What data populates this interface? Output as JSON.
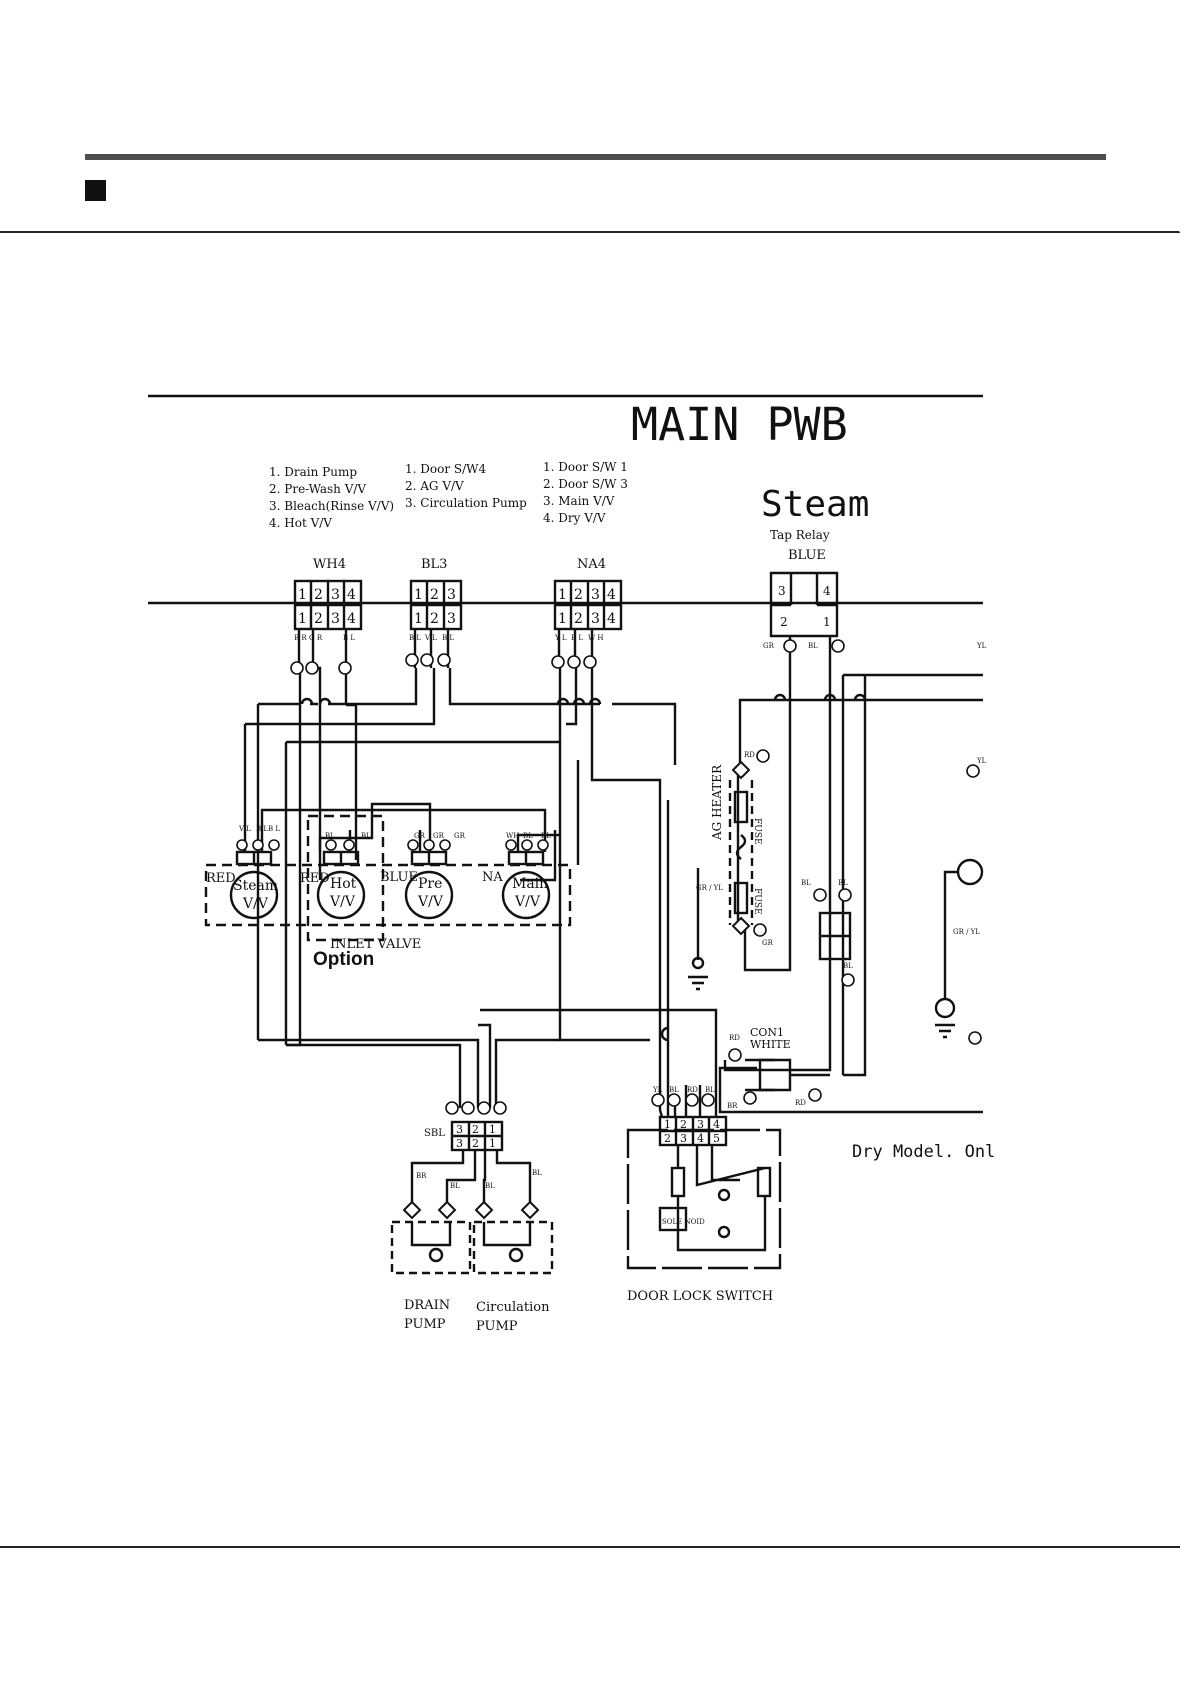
{
  "board_title": "MAIN PWB",
  "steam_label": "Steam",
  "tap_relay": {
    "label": "Tap Relay",
    "color": "BLUE",
    "pins": [
      "3",
      "4",
      "2",
      "1"
    ]
  },
  "connectors": {
    "wh4": {
      "name": "WH4",
      "pins": [
        "1",
        "2",
        "3",
        "4"
      ],
      "legend": [
        "1. Drain Pump",
        "2. Pre-Wash V/V",
        "3. Bleach(Rinse V/V)",
        "4. Hot V/V"
      ],
      "wire_codes": [
        "B R",
        "G R",
        "B L"
      ]
    },
    "bl3": {
      "name": "BL3",
      "pins": [
        "1",
        "2",
        "3"
      ],
      "legend": [
        "1. Door S/W4",
        "2. AG V/V",
        "3. Circulation Pump"
      ],
      "wire_codes": [
        "B L",
        "V L",
        "B L"
      ]
    },
    "na4": {
      "name": "NA4",
      "pins": [
        "1",
        "2",
        "3",
        "4"
      ],
      "legend": [
        "1. Door S/W 1",
        "2. Door S/W 3",
        "3. Main V/V",
        "4. Dry V/V"
      ],
      "wire_codes": [
        "Y L",
        "B L",
        "W H"
      ]
    }
  },
  "valves": [
    {
      "color": "RED",
      "name_top": "Steam",
      "name_bottom": "V/V",
      "wires": [
        "V L",
        "B L",
        "B L"
      ]
    },
    {
      "color": "RED",
      "name_top": "Hot",
      "name_bottom": "V/V",
      "wires": [
        "BL",
        "BL"
      ]
    },
    {
      "color": "BLUE",
      "name_top": "Pre",
      "name_bottom": "V/V",
      "wires": [
        "GR",
        "GR",
        "GR"
      ]
    },
    {
      "color": "NA",
      "name_top": "Main",
      "name_bottom": "V/V",
      "wires": [
        "WH",
        "BL",
        "BL"
      ]
    }
  ],
  "inlet_valve_label": "INLET VALVE",
  "option_label": "Option",
  "ag_heater": {
    "label": "AG HEATER",
    "fuse": "FUSE"
  },
  "con1": {
    "name": "CON1",
    "color": "WHITE"
  },
  "sbl": {
    "name": "SBL",
    "pins": [
      "3",
      "2",
      "1"
    ]
  },
  "door_lock": {
    "label": "DOOR LOCK SWITCH",
    "pins_top": [
      "1",
      "2",
      "3",
      "4"
    ],
    "pins_bottom": [
      "2",
      "3",
      "4",
      "5"
    ],
    "solenoid": "SOLE NOID"
  },
  "pumps": [
    {
      "line1": "DRAIN",
      "line2": "PUMP"
    },
    {
      "line1": "Circulation",
      "line2": "PUMP"
    }
  ],
  "dry_model_note": "Dry Model. Onl",
  "wire_labels": {
    "gr": "GR",
    "bl": "BL",
    "yl": "YL",
    "rd": "RD",
    "br": "BR",
    "gr_yl": "GR / YL"
  }
}
